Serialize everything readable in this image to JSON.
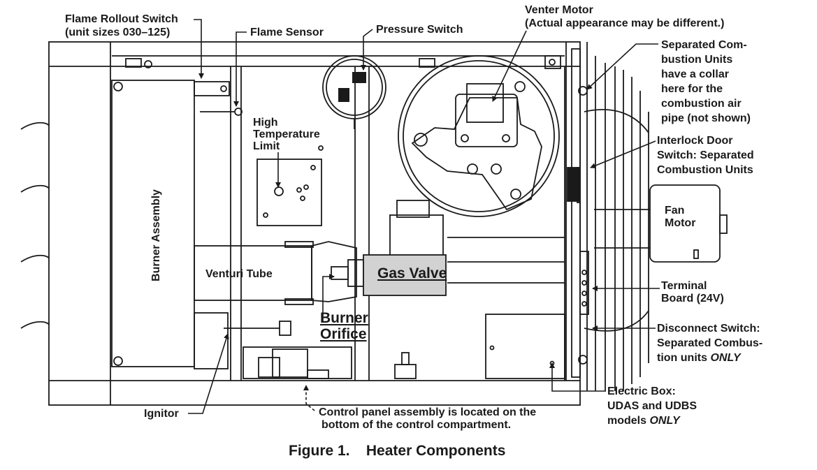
{
  "labels": {
    "flame_rollout": "Flame Rollout Switch",
    "flame_rollout_sub": "(unit sizes 030–125)",
    "flame_sensor": "Flame Sensor",
    "pressure_switch": "Pressure Switch",
    "venter_motor": "Venter Motor",
    "venter_motor_sub": "(Actual appearance may be different.)",
    "separated_1": "Separated Com-",
    "separated_2": "bustion Units",
    "separated_3": "have a collar",
    "separated_4": "here for the",
    "separated_5": "combustion air",
    "separated_6": "pipe (not shown)",
    "interlock_1": "Interlock Door",
    "interlock_2": "Switch: Separated",
    "interlock_3": "Combustion Units",
    "fan_motor_1": "Fan",
    "fan_motor_2": "Motor",
    "high_temp_1": "High",
    "high_temp_2": "Temperature",
    "high_temp_3": "Limit",
    "burner_assembly": "Burner Assembly",
    "venturi_tube": "Venturi Tube",
    "gas_valve": "Gas Valve",
    "burner_orifice_1": "Burner",
    "burner_orifice_2": "Orifice",
    "terminal_board_1": "Terminal",
    "terminal_board_2": "Board (24V)",
    "disconnect_1": "Disconnect Switch:",
    "disconnect_2": "Separated Combus-",
    "disconnect_3": "tion units",
    "disconnect_only": "ONLY",
    "electric_box_1": "Electric Box:",
    "electric_box_2": "UDAS and UDBS",
    "electric_box_3": "models",
    "electric_box_only": "ONLY",
    "ignitor": "Ignitor",
    "control_panel_1": "Control panel assembly is located on the",
    "control_panel_2": "bottom of the control compartment."
  },
  "caption": {
    "number": "Figure 1.",
    "title": "Heater Components"
  },
  "colors": {
    "line": "#1a1a1a",
    "gas_valve_fill": "#d2d2d2",
    "background": "#ffffff"
  }
}
